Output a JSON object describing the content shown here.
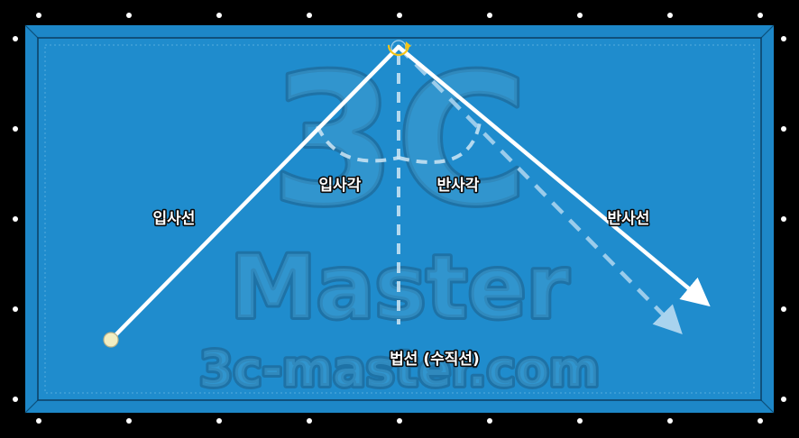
{
  "colors": {
    "rail": "#000000",
    "cushion": "#1d87c8",
    "cloth": "#1f8ccd",
    "diamond": "#ffffff",
    "ball": "#f2eec2",
    "path": "#ffffff",
    "dashed": "#cfe6f4",
    "spin_arrow": "#f5c518"
  },
  "labels": {
    "incidence_line": "입사선",
    "incidence_angle": "입사각",
    "reflection_angle": "반사각",
    "reflection_line": "반사선",
    "normal_line": "법선 (수직선)"
  },
  "watermark": {
    "logo": "3C",
    "name": "Master",
    "site": "3c-master.com"
  },
  "icons": {
    "ball": "cue-ball-icon",
    "spin": "rotation-arrow-icon",
    "diamond": "diamond-marker-icon"
  }
}
